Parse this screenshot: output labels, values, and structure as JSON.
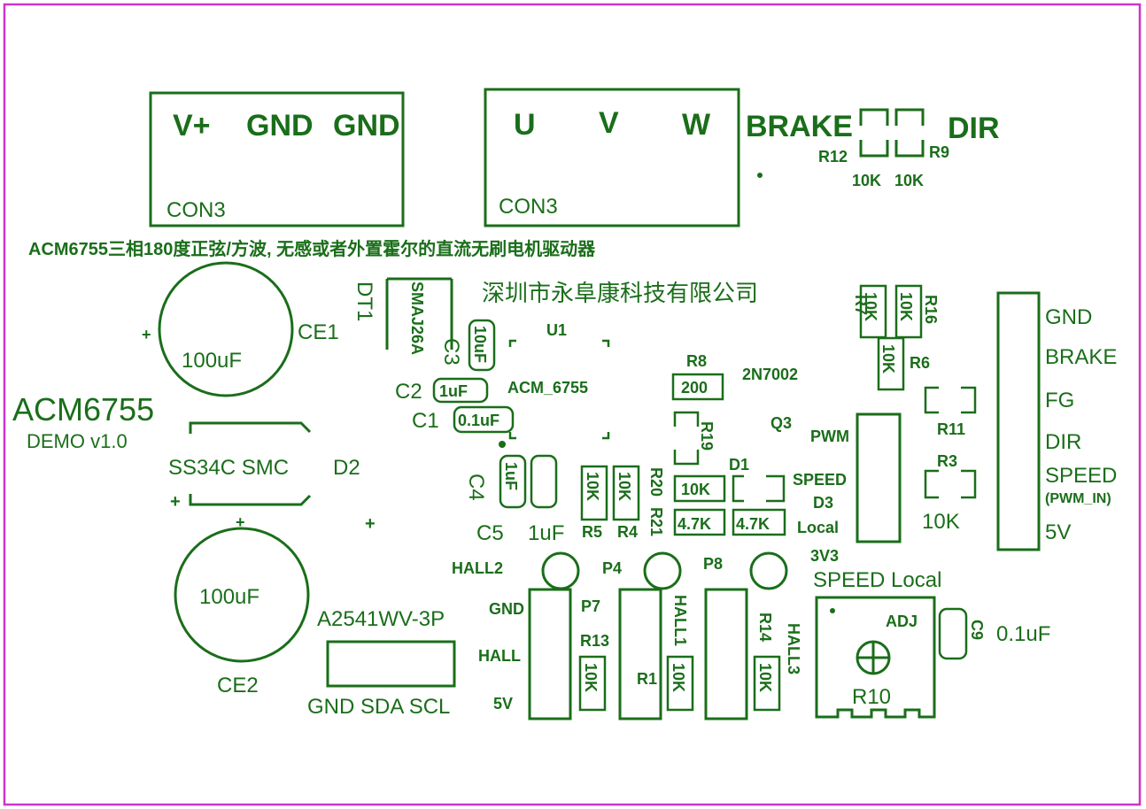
{
  "board": {
    "colors": {
      "outline": "#cc33cc",
      "silkscreen": "#1a6e1a",
      "background": "#ffffff"
    },
    "title_line": "ACM6755三相180度正弦/方波, 无感或者外置霍尔的直流无刷电机驱动器",
    "company": "深圳市永阜康科技有限公司",
    "board_name": "ACM6755",
    "board_version": "DEMO  v1.0",
    "con_power": {
      "pins": [
        "V+",
        "GND",
        "GND"
      ],
      "ref": "CON3"
    },
    "con_motor": {
      "pins": [
        "U",
        "V",
        "W"
      ],
      "ref": "CON3"
    },
    "brake_label": "BRAKE",
    "dir_label": "DIR",
    "r12": {
      "ref": "R12",
      "value": "10K"
    },
    "r9": {
      "ref": "R9",
      "value": "10K"
    },
    "ce1": {
      "ref": "CE1",
      "value": "100uF",
      "plus": "+"
    },
    "ce2": {
      "ref": "CE2",
      "value": "100uF",
      "plus": "+"
    },
    "dt1": {
      "ref": "DT1",
      "part": "SMAJ26A"
    },
    "c3": {
      "ref": "C3",
      "value": "10uF"
    },
    "c2": {
      "ref": "C2",
      "value": "1uF"
    },
    "c1": {
      "ref": "C1",
      "value": "0.1uF"
    },
    "u1": {
      "ref": "U1",
      "part": "ACM_6755"
    },
    "d2": {
      "ref": "D2",
      "part": "SS34C  SMC",
      "plus": "+"
    },
    "plus_mark": "+",
    "c4": {
      "ref": "C4",
      "value": "1uF"
    },
    "c5": {
      "ref": "C5",
      "value": "1uF"
    },
    "r5": {
      "ref": "R5",
      "value": "10K"
    },
    "r4": {
      "ref": "R4",
      "value": "10K"
    },
    "r8": {
      "ref": "R8",
      "value": "200"
    },
    "q3": {
      "ref": "Q3",
      "part": "2N7002"
    },
    "r19": {
      "ref": "R19"
    },
    "r20": {
      "ref": "R20",
      "value": "10K"
    },
    "r21": {
      "ref": "R21",
      "value": "4.7K"
    },
    "d1": {
      "ref": "D1"
    },
    "d3": {
      "ref": "D3",
      "value": "4.7K"
    },
    "r7": {
      "ref": "R7",
      "value": "10K"
    },
    "r16": {
      "ref": "R16",
      "value": "10K"
    },
    "r6": {
      "ref": "R6",
      "value": "10K"
    },
    "r11": {
      "ref": "R11"
    },
    "r3": {
      "ref": "R3",
      "value": "10K"
    },
    "switch_labels": {
      "top": "PWM",
      "mid": "SPEED",
      "bottom": "Local"
    },
    "header_right": {
      "pins": [
        "GND",
        "BRAKE",
        "FG",
        "DIR",
        "SPEED",
        "5V"
      ],
      "speed_note": "(PWM_IN)"
    },
    "hall": {
      "hall2": "HALL2",
      "p4": "P4",
      "p8": "P8",
      "p7": "P7",
      "gnd": "GND",
      "hall": "HALL",
      "v5": "5V",
      "r13": {
        "ref": "R13",
        "value": "10K"
      },
      "r1": {
        "ref": "R1",
        "value": "10K"
      },
      "r14": {
        "ref": "R14",
        "value": "10K"
      },
      "hall1": "HALL1",
      "hall3": "HALL3"
    },
    "i2c": {
      "part": "A2541WV-3P",
      "pins": "GND SDA SCL"
    },
    "pot": {
      "supply": "3V3",
      "mode": "SPEED Local",
      "adj": "ADJ",
      "ref": "R10"
    },
    "c9": {
      "ref": "C9",
      "value": "0.1uF"
    }
  }
}
